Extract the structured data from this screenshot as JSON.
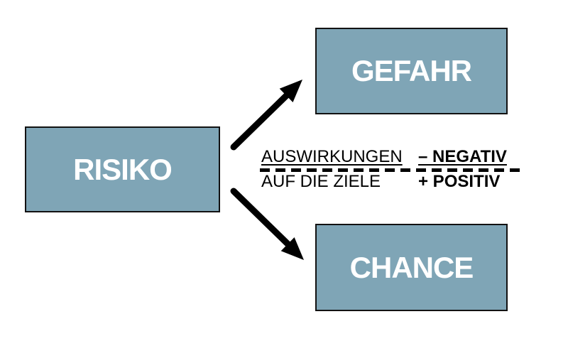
{
  "diagram": {
    "title_hint": "Risiko als Gefahr oder Chance",
    "boxes": {
      "risiko": "RISIKO",
      "gefahr": "GEFAHR",
      "chance": "CHANCE"
    },
    "axis": {
      "line1_left": "AUSWIRKUNGEN",
      "line1_right": "– NEGATIV",
      "line2_left": "AUF DIE ZIELE",
      "line2_right": "+ POSITIV"
    },
    "colors": {
      "background": "#ffffff",
      "box_fill": "#7fa5b6",
      "box_border": "#121212",
      "box_text": "#ffffff",
      "arrow": "#000000",
      "text": "#000000"
    }
  }
}
